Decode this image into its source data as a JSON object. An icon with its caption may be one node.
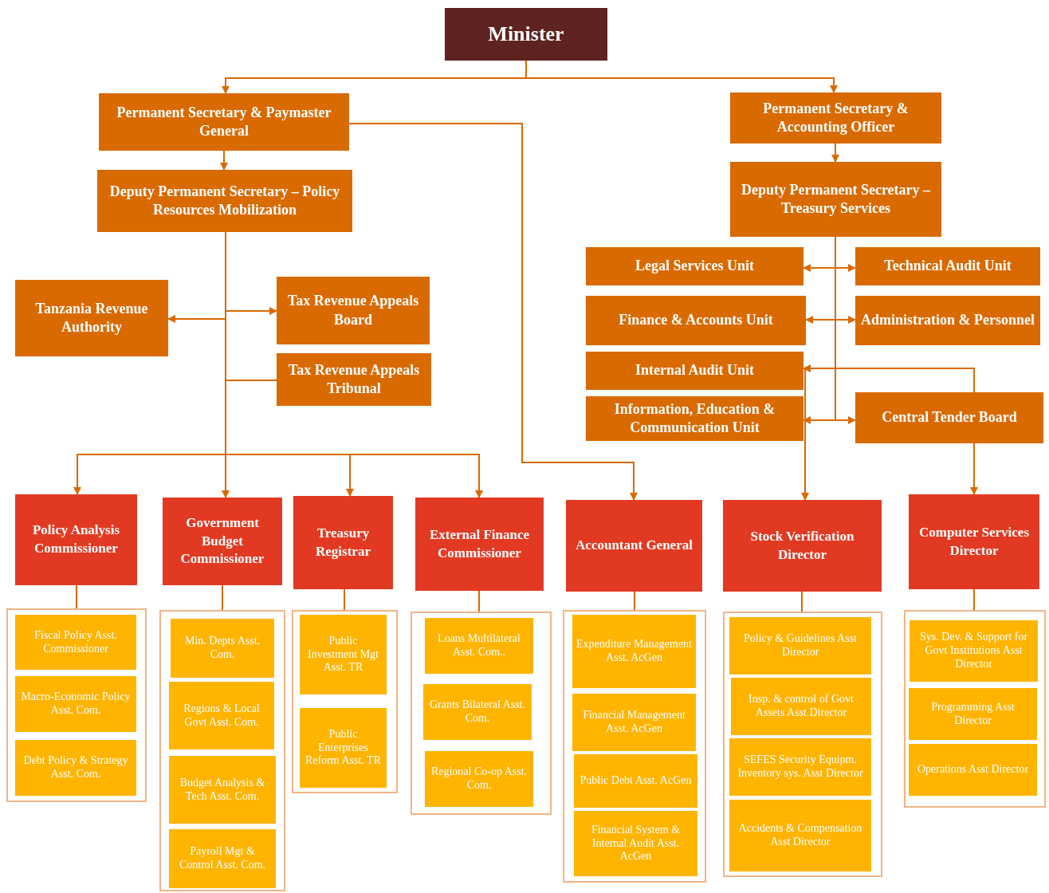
{
  "diagram": {
    "nodes": [
      {
        "text": [
          "Minister"
        ]
      },
      {
        "text": [
          "Permanent Secretary & Paymaster General"
        ]
      },
      {
        "text": [
          "Permanent Secretary & Accounting Officer"
        ]
      },
      {
        "text": [
          "Deputy Permanent Secretary – Policy Resources Mobilization"
        ]
      },
      {
        "text": [
          "Deputy Permanent Secretary – Treasury Services"
        ]
      },
      {
        "text": [
          "Tanzania Revenue Authority"
        ]
      },
      {
        "text": [
          "Tax Revenue Appeals Board"
        ]
      },
      {
        "text": [
          "Tax Revenue Appeals Tribunal"
        ]
      },
      {
        "text": [
          "Legal Services Unit"
        ]
      },
      {
        "text": [
          "Technical Audit Unit"
        ]
      },
      {
        "text": [
          "Finance & Accounts Unit"
        ]
      },
      {
        "text": [
          "Administration & Personnel"
        ]
      },
      {
        "text": [
          "Internal Audit Unit"
        ]
      },
      {
        "text": [
          "Information, Education & Communication Unit"
        ]
      },
      {
        "text": [
          "Central Tender Board"
        ]
      },
      {
        "text": [
          "Policy Analysis Commissioner"
        ]
      },
      {
        "text": [
          "Government Budget Commissioner"
        ]
      },
      {
        "text": [
          "Treasury Registrar"
        ]
      },
      {
        "text": [
          "External Finance Commissioner"
        ]
      },
      {
        "text": [
          "Accountant General"
        ]
      },
      {
        "text": [
          "Stock Verification Director"
        ]
      },
      {
        "text": [
          "Computer Services Director"
        ]
      },
      {
        "text": [],
        "shape": "box"
      },
      {
        "text": [
          "Fiscal Policy Asst. Commissioner"
        ],
        "in": 22
      },
      {
        "text": [
          "Macro-Economic Policy Asst. Com."
        ],
        "in": 22
      },
      {
        "text": [
          "Debt Policy & Strategy Asst. Com."
        ],
        "in": 22
      },
      {
        "text": [],
        "shape": "box"
      },
      {
        "text": [
          "Min. Depts Asst. Com."
        ],
        "in": 26
      },
      {
        "text": [
          "Regions & Local Govt Asst. Com."
        ],
        "in": 26
      },
      {
        "text": [
          "Budget Analysis & Tech Asst. Com."
        ],
        "in": 26
      },
      {
        "text": [
          "Payroll Mgt & Control Asst. Com."
        ],
        "in": 26
      },
      {
        "text": [],
        "shape": "box"
      },
      {
        "text": [
          "Public Investment Mgt Asst. TR"
        ],
        "in": 31
      },
      {
        "text": [
          "Public Enterprises Reform Asst. TR"
        ],
        "in": 31
      },
      {
        "text": [],
        "shape": "box"
      },
      {
        "text": [
          "Loans Multilateral Asst. Com.."
        ],
        "in": 34
      },
      {
        "text": [
          "Grants Bilateral Asst. Com."
        ],
        "in": 34
      },
      {
        "text": [
          "Regional Co-op Asst. Com."
        ],
        "in": 34
      },
      {
        "text": [],
        "shape": "box"
      },
      {
        "text": [
          "Expenditure Management Asst. AcGen"
        ],
        "in": 38
      },
      {
        "text": [
          "Financial Management Asst. AcGen"
        ],
        "in": 38
      },
      {
        "text": [
          "Public Debt Asst. AcGen"
        ],
        "in": 38
      },
      {
        "text": [
          "Financial System & Internal Audit Asst. AcGen"
        ],
        "in": 38
      },
      {
        "text": [],
        "shape": "box"
      },
      {
        "text": [
          "Policy & Guidelines Asst Director"
        ],
        "in": 43
      },
      {
        "text": [
          "Insp. & control of Govt Assets Asst Director"
        ],
        "in": 43
      },
      {
        "text": [
          "SEFES Security Equipm. Inventory sys. Asst Director"
        ],
        "in": 43
      },
      {
        "text": [
          "Accidents & Compensation Asst Director"
        ],
        "in": 43
      },
      {
        "text": [],
        "shape": "box"
      },
      {
        "text": [
          "Sys. Dev. & Support for Govt Institutions Asst Director"
        ],
        "in": 48
      },
      {
        "text": [
          "Programming Asst Director"
        ],
        "in": 48
      },
      {
        "text": [
          "Operations Asst Director"
        ],
        "in": 48
      }
    ],
    "edges": [
      {
        "from": 0,
        "to": 1,
        "arrow": "to"
      },
      {
        "from": 0,
        "to": 2,
        "arrow": "to"
      },
      {
        "from": 1,
        "to": 3,
        "arrow": "to"
      },
      {
        "from": 2,
        "to": 4,
        "arrow": "to"
      },
      {
        "from": 1,
        "to": 19,
        "arrow": "to"
      },
      {
        "from": 3,
        "to": 5,
        "arrow": "to"
      },
      {
        "from": 3,
        "to": 6,
        "arrow": "to"
      },
      {
        "from": 3,
        "to": 7,
        "arrow": "none"
      },
      {
        "from": 3,
        "to": 15,
        "arrow": "to"
      },
      {
        "from": 3,
        "to": 16,
        "arrow": "to"
      },
      {
        "from": 3,
        "to": 17,
        "arrow": "to"
      },
      {
        "from": 3,
        "to": 18,
        "arrow": "to"
      },
      {
        "from": 4,
        "to": 8,
        "arrow": "to"
      },
      {
        "from": 4,
        "to": 9,
        "arrow": "to"
      },
      {
        "from": 4,
        "to": 10,
        "arrow": "to"
      },
      {
        "from": 4,
        "to": 11,
        "arrow": "to"
      },
      {
        "from": 4,
        "to": 12,
        "arrow": "to"
      },
      {
        "from": 4,
        "to": 13,
        "arrow": "to"
      },
      {
        "from": 4,
        "to": 14,
        "arrow": "to"
      },
      {
        "from": 4,
        "to": 14,
        "arrow": "none"
      },
      {
        "from": 4,
        "to": 20,
        "arrow": "to"
      },
      {
        "from": 14,
        "to": 21,
        "arrow": "to"
      },
      {
        "from": 15,
        "to": 22,
        "arrow": "none"
      },
      {
        "from": 16,
        "to": 26,
        "arrow": "none"
      },
      {
        "from": 17,
        "to": 31,
        "arrow": "none"
      },
      {
        "from": 18,
        "to": 34,
        "arrow": "none"
      },
      {
        "from": 19,
        "to": 38,
        "arrow": "none"
      },
      {
        "from": 20,
        "to": 43,
        "arrow": "none"
      },
      {
        "from": 21,
        "to": 48,
        "arrow": "none"
      }
    ]
  }
}
